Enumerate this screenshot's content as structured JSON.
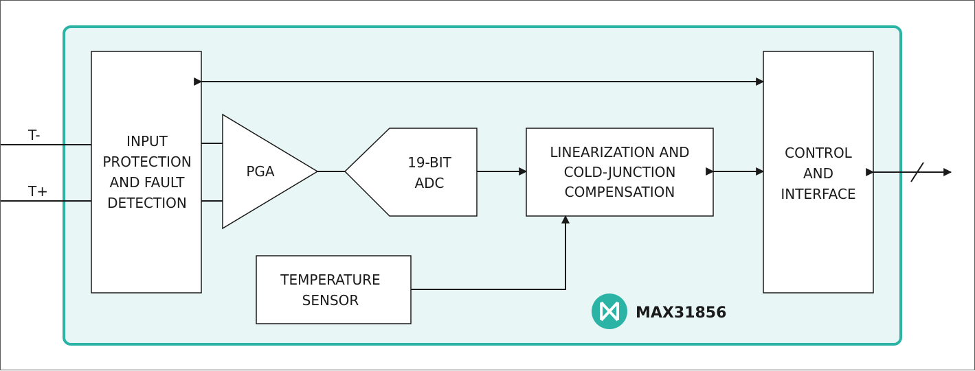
{
  "colors": {
    "chip_fill": "#e8f6f5",
    "chip_border": "#2bb3a6",
    "logo_fill": "#2bb3a6"
  },
  "signals": {
    "t_minus": "T-",
    "t_plus": "T+"
  },
  "blocks": {
    "input_protection": [
      "INPUT",
      "PROTECTION",
      "AND FAULT",
      "DETECTION"
    ],
    "pga": "PGA",
    "adc": [
      "19-BIT",
      "ADC"
    ],
    "linearization": [
      "LINEARIZATION AND",
      "COLD-JUNCTION",
      "COMPENSATION"
    ],
    "control": [
      "CONTROL",
      "AND",
      "INTERFACE"
    ],
    "temp_sensor": [
      "TEMPERATURE",
      "SENSOR"
    ]
  },
  "logo": {
    "icon": "maxim-logo-icon",
    "part_number": "MAX31856"
  }
}
